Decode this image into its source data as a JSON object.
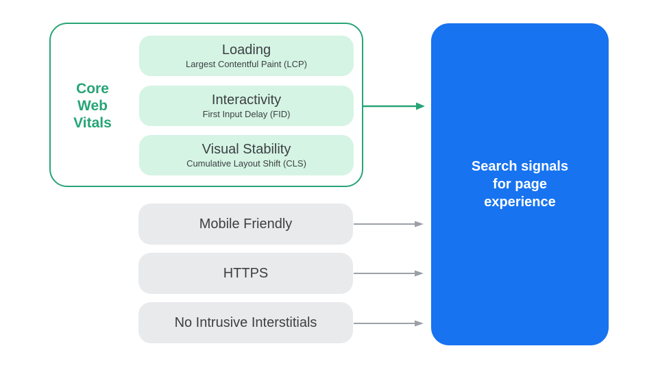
{
  "colors": {
    "green": "#27A476",
    "green-light": "#D5F4E4",
    "blue": "#1773F0",
    "gray-pill": "#E9EAEC",
    "text-dark": "#3C4043",
    "arrow-gray": "#9AA0A6",
    "text-white": "#FFFFFF"
  },
  "core_web_vitals": {
    "label_lines": [
      "Core",
      "Web",
      "Vitals"
    ],
    "items": [
      {
        "title": "Loading",
        "subtitle": "Largest Contentful Paint (LCP)"
      },
      {
        "title": "Interactivity",
        "subtitle": "First Input Delay (FID)"
      },
      {
        "title": "Visual Stability",
        "subtitle": "Cumulative Layout Shift (CLS)"
      }
    ]
  },
  "other_signals": [
    {
      "label": "Mobile Friendly"
    },
    {
      "label": "HTTPS"
    },
    {
      "label": "No Intrusive Interstitials"
    }
  ],
  "result_box": {
    "label_lines": [
      "Search signals",
      "for page",
      "experience"
    ]
  }
}
